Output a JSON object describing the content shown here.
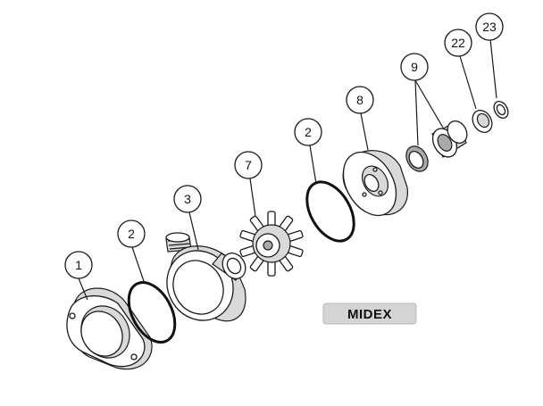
{
  "badge": {
    "label": "MIDEX",
    "fill": "#d4d4d4"
  },
  "callouts": [
    {
      "id": "c1",
      "label": "1"
    },
    {
      "id": "c2a",
      "label": "2"
    },
    {
      "id": "c3",
      "label": "3"
    },
    {
      "id": "c7",
      "label": "7"
    },
    {
      "id": "c2b",
      "label": "2"
    },
    {
      "id": "c8",
      "label": "8"
    },
    {
      "id": "c9",
      "label": "9"
    },
    {
      "id": "c22",
      "label": "22"
    },
    {
      "id": "c23",
      "label": "23"
    }
  ],
  "colors": {
    "line": "#1a1a1a",
    "shade": "#d9d9d9",
    "dark": "#a9a9a9"
  }
}
